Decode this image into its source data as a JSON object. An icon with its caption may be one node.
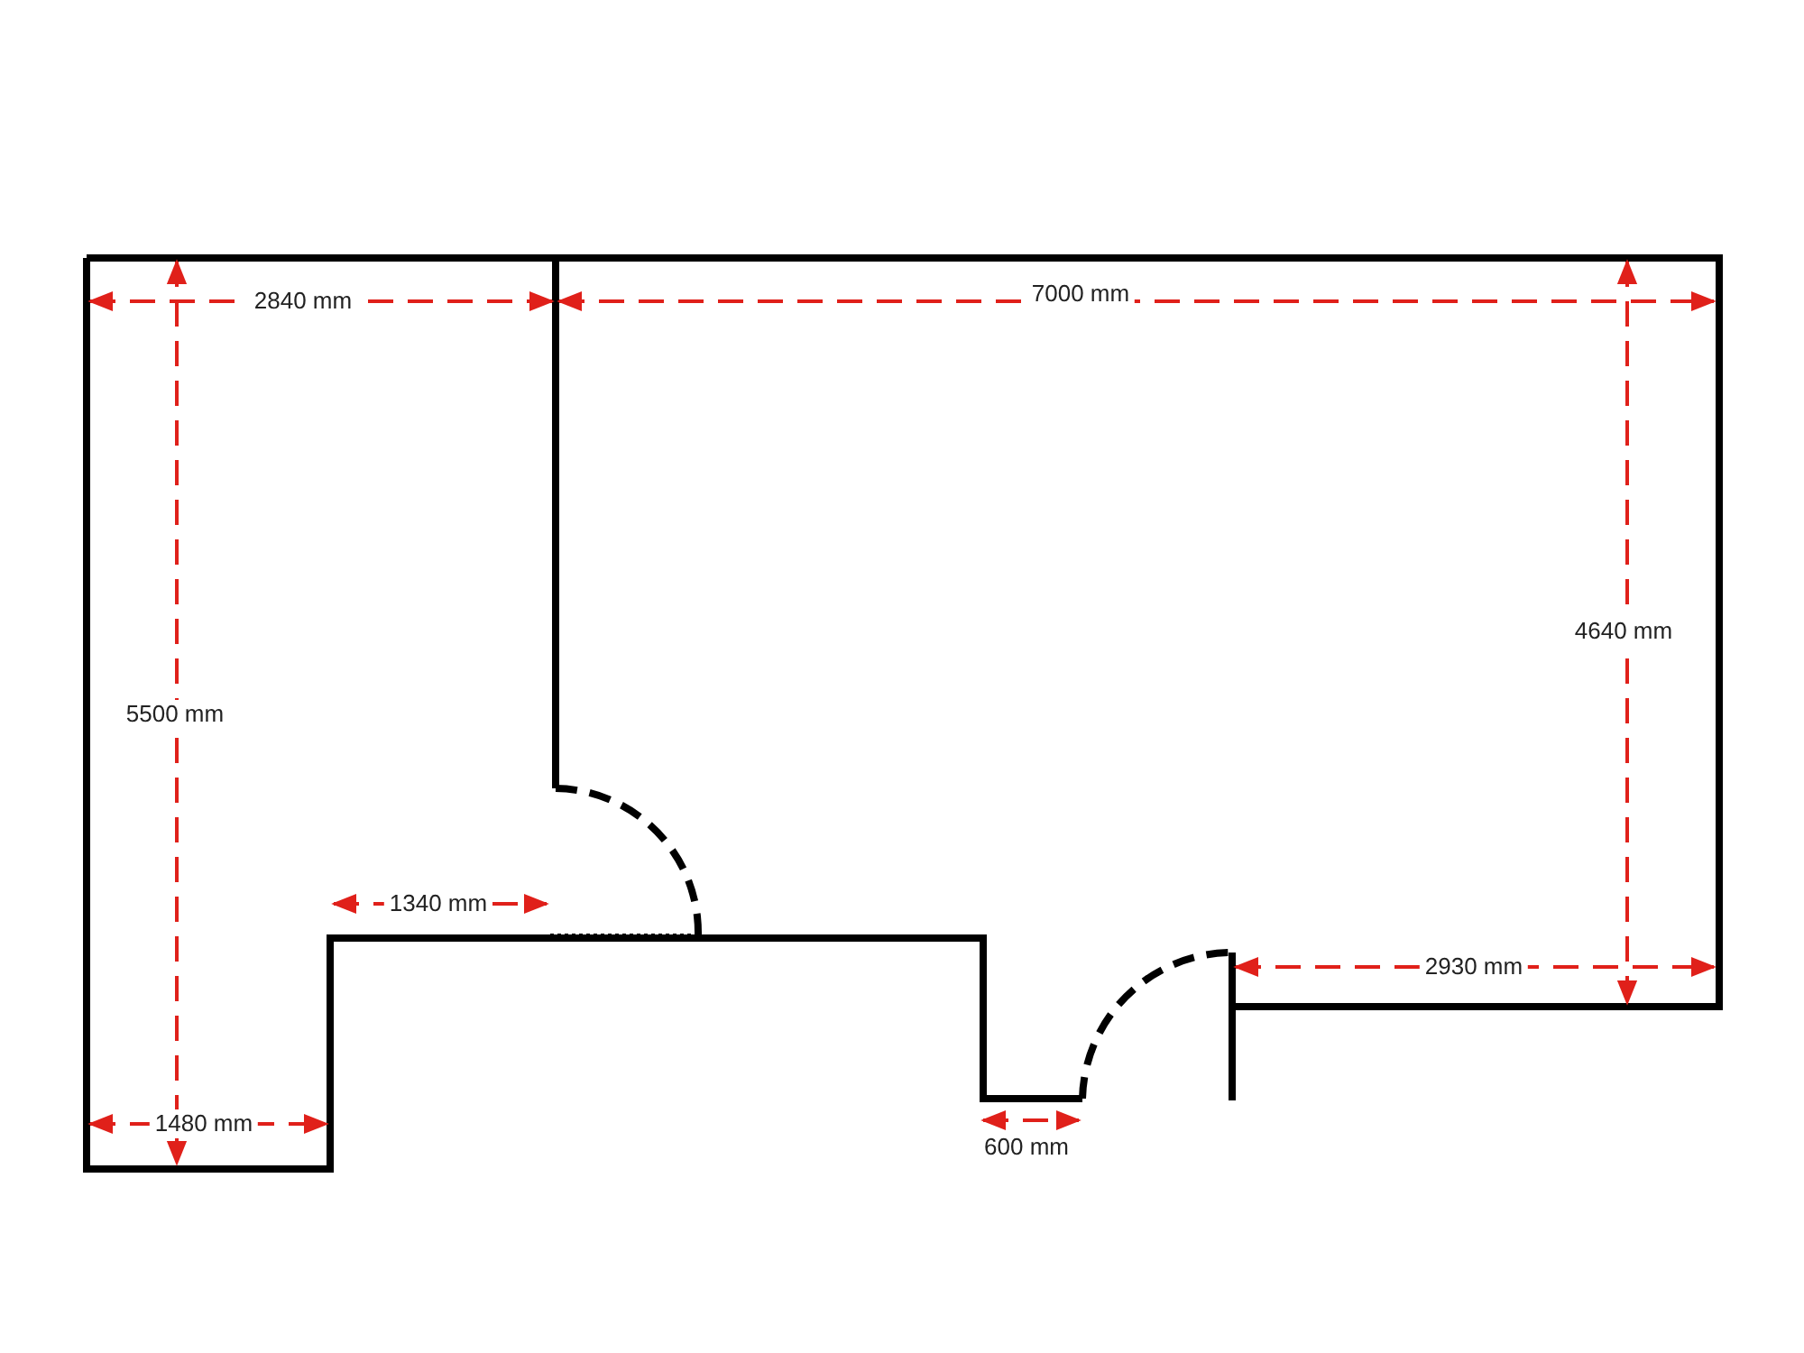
{
  "diagram": {
    "labels": [
      "2840 mm",
      "7000 mm",
      "4640 mm",
      "5500 mm",
      "1340 mm",
      "2930 mm",
      "1480 mm",
      "600 mm"
    ]
  }
}
